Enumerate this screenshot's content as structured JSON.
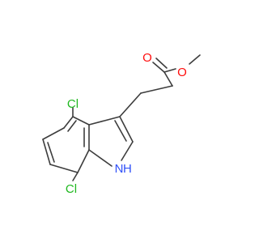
{
  "molecule": {
    "atoms": {
      "carbonyl_oxygen": {
        "symbol": "O"
      },
      "ester_oxygen": {
        "symbol": "O"
      },
      "chlorine_4": {
        "symbol": "Cl"
      },
      "chlorine_7": {
        "symbol": "Cl"
      },
      "indole_nitrogen": {
        "symbol": "N"
      },
      "indole_hydrogen": {
        "symbol": "H"
      }
    }
  },
  "colors": {
    "bond": "#3d3d3d",
    "oxygen": "#ff0d0d",
    "chlorine": "#1fb81f",
    "nitrogen": "#3050f8",
    "background": "#ffffff"
  }
}
